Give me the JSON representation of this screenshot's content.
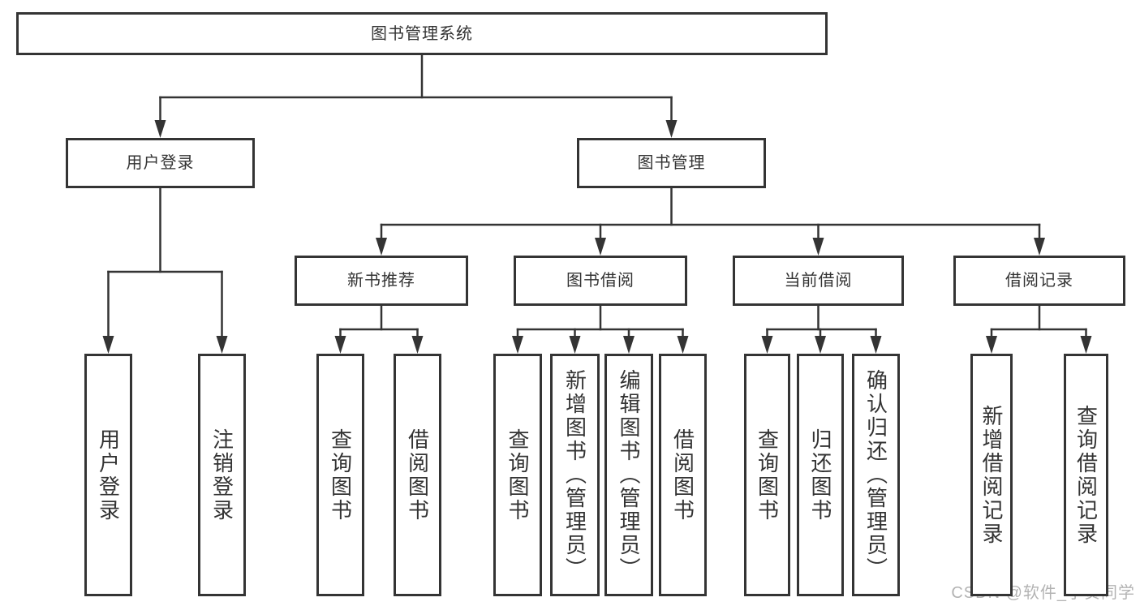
{
  "diagram": {
    "watermark": "CSDN @软件_小贺同学",
    "colors": {
      "line": "#343434",
      "box_fill": "#ffffff",
      "text": "#333333",
      "watermark": "#b3b3b3"
    },
    "tree": {
      "id": "root",
      "label": "图书管理系统",
      "children": [
        {
          "id": "user-login",
          "label": "用户登录",
          "children": [
            {
              "id": "leaf-user-login",
              "label": "用户登录"
            },
            {
              "id": "leaf-logout-login",
              "label": "注销登录"
            }
          ]
        },
        {
          "id": "book-management",
          "label": "图书管理",
          "children": [
            {
              "id": "new-book-recommend",
              "label": "新书推荐",
              "children": [
                {
                  "id": "leaf-query-books-1",
                  "label": "查询图书"
                },
                {
                  "id": "leaf-borrow-books-1",
                  "label": "借阅图书"
                }
              ]
            },
            {
              "id": "book-borrowing",
              "label": "图书借阅",
              "children": [
                {
                  "id": "leaf-query-books-2",
                  "label": "查询图书"
                },
                {
                  "id": "leaf-add-books-admin",
                  "label": "新增图书（管理员）"
                },
                {
                  "id": "leaf-edit-books-admin",
                  "label": "编辑图书（管理员）"
                },
                {
                  "id": "leaf-borrow-books-2",
                  "label": "借阅图书"
                }
              ]
            },
            {
              "id": "current-borrowing",
              "label": "当前借阅",
              "children": [
                {
                  "id": "leaf-query-books-3",
                  "label": "查询图书"
                },
                {
                  "id": "leaf-return-books",
                  "label": "归还图书"
                },
                {
                  "id": "leaf-confirm-return-admin",
                  "label": "确认归还（管理员）"
                }
              ]
            },
            {
              "id": "borrowing-records",
              "label": "借阅记录",
              "children": [
                {
                  "id": "leaf-add-borrow-record",
                  "label": "新增借阅记录"
                },
                {
                  "id": "leaf-query-borrow-record",
                  "label": "查询借阅记录"
                }
              ]
            }
          ]
        }
      ]
    }
  }
}
